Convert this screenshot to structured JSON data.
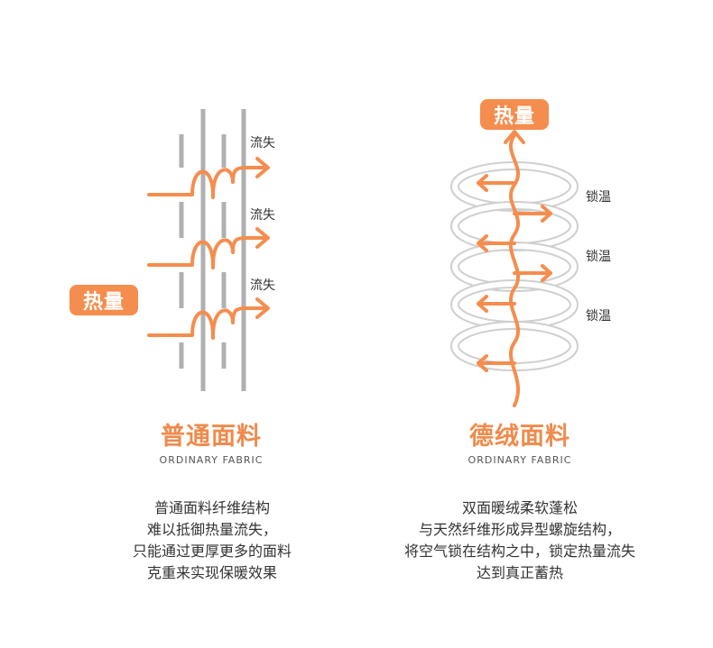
{
  "colors": {
    "accent": "#f58d4e",
    "bar": "#b0b0b0",
    "coil": "#cfcfcf",
    "text": "#333333"
  },
  "left": {
    "badge": "热量",
    "flow_labels": [
      "流失",
      "流失",
      "流失"
    ],
    "title": "普通面料",
    "subtitle": "ORDINARY FABRIC",
    "description": [
      "普通面料纤维结构",
      "难以抵御热量流失，",
      "只能通过更厚更多的面料",
      "克重来实现保暖效果"
    ]
  },
  "right": {
    "badge": "热量",
    "lock_labels": [
      "锁温",
      "锁温",
      "锁温"
    ],
    "title": "德绒面料",
    "subtitle": "ORDINARY FABRIC",
    "description": [
      "双面暖绒柔软蓬松",
      "与天然纤维形成异型螺旋结构，",
      "将空气锁在结构之中，锁定热量流失",
      "达到真正蓄热"
    ]
  }
}
